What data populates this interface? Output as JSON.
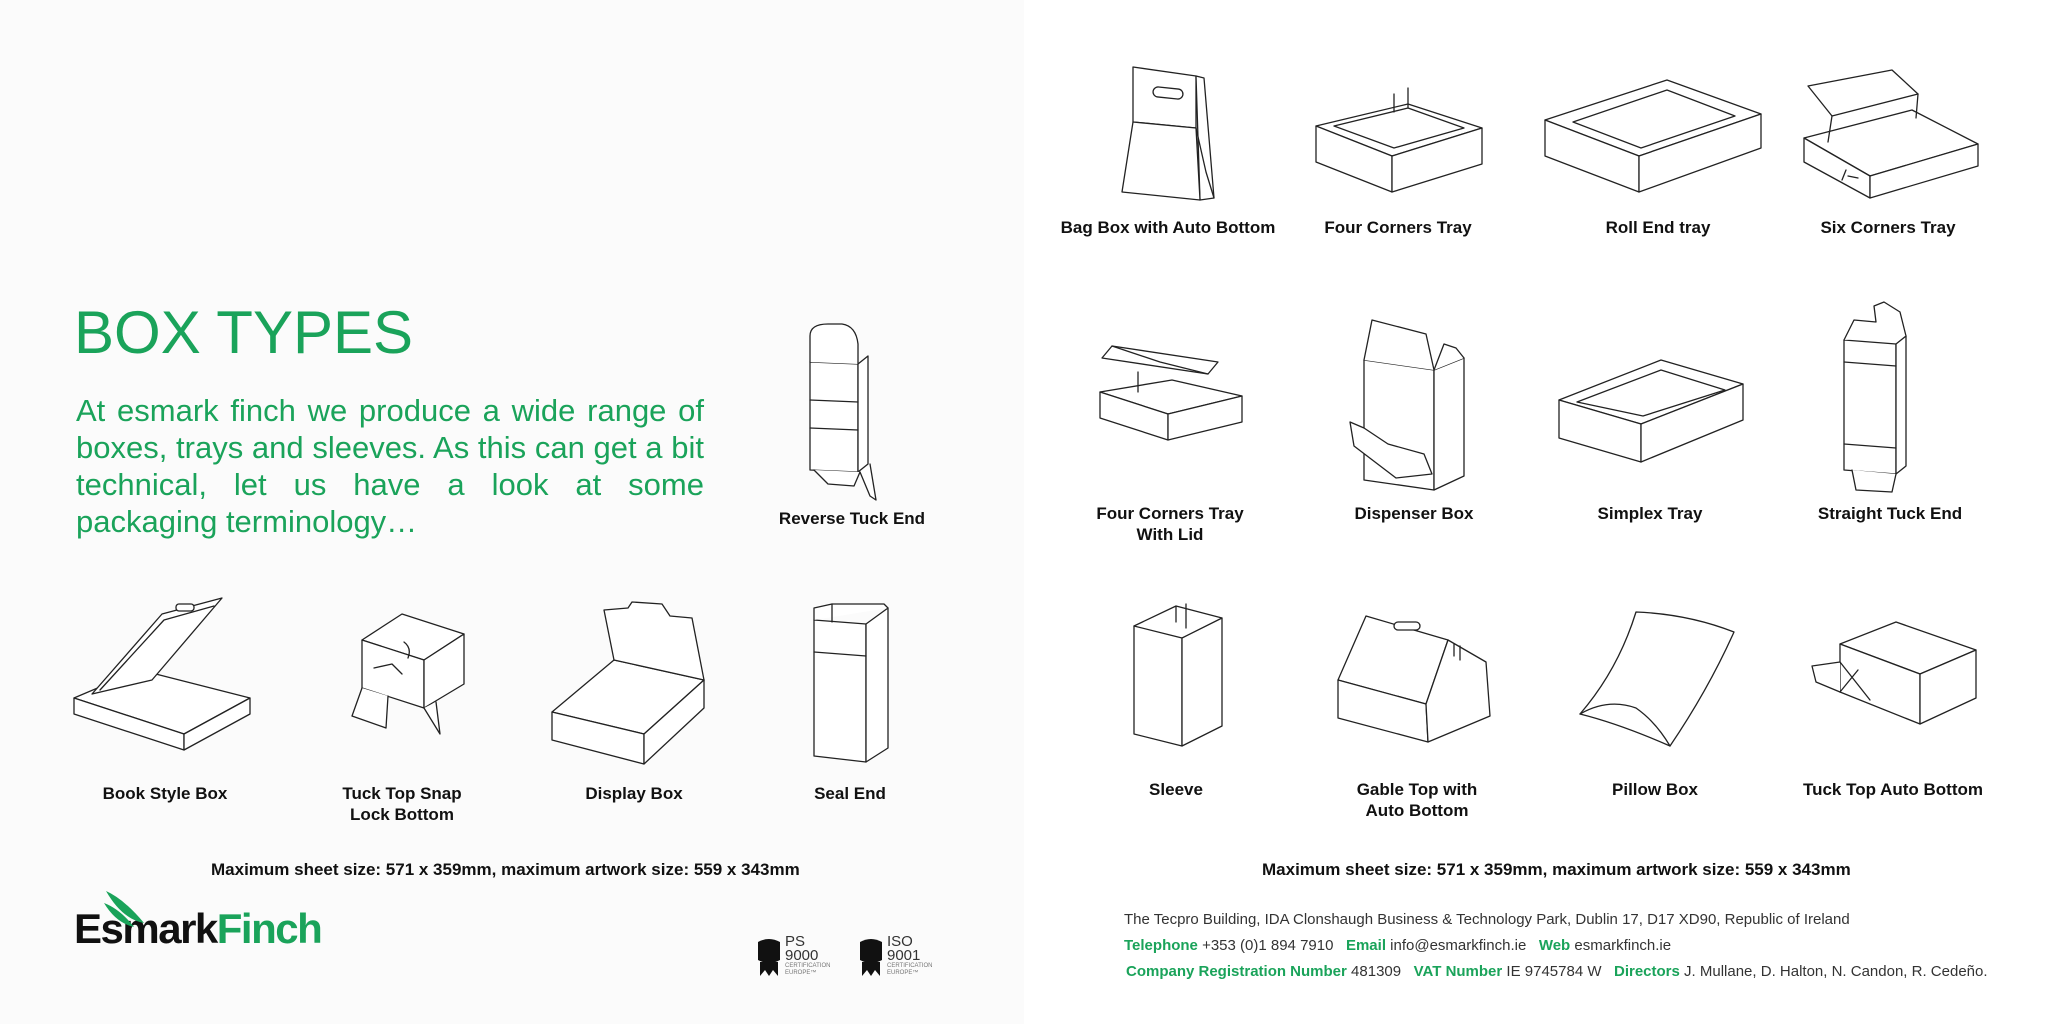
{
  "heading": "BOX TYPES",
  "intro": "At esmark finch we produce a wide range of boxes, trays and sleeves. As this can get a bit technical, let us have a look at some packaging terminology…",
  "boxes": {
    "bag_box": "Bag Box with Auto Bottom",
    "four_corners_tray": "Four Corners Tray",
    "roll_end_tray": "Roll End tray",
    "six_corners_tray": "Six Corners Tray",
    "reverse_tuck_end": "Reverse Tuck End",
    "four_corners_lid_line1": "Four Corners Tray",
    "four_corners_lid_line2": "With Lid",
    "dispenser_box": "Dispenser Box",
    "simplex_tray": "Simplex Tray",
    "straight_tuck_end": "Straight Tuck End",
    "book_style_box": "Book Style Box",
    "tuck_top_snap_line1": "Tuck Top Snap",
    "tuck_top_snap_line2": "Lock Bottom",
    "display_box": "Display Box",
    "seal_end": "Seal End",
    "sleeve": "Sleeve",
    "gable_top_line1": "Gable Top with",
    "gable_top_line2": "Auto Bottom",
    "pillow_box": "Pillow Box",
    "tuck_top_auto_bottom": "Tuck Top Auto Bottom"
  },
  "max_note_left": "Maximum sheet size: 571 x 359mm, maximum artwork size: 559 x 343mm",
  "max_note_right": "Maximum sheet size: 571 x 359mm, maximum artwork size: 559 x 343mm",
  "logo": {
    "part1": "Esmark",
    "part2": "Finch",
    "leaf_icon": "leaf-icon"
  },
  "certifications": [
    {
      "name": "PS",
      "number": "9000",
      "sub1": "CERTIFICATION",
      "sub2": "EUROPE™"
    },
    {
      "name": "ISO",
      "number": "9001",
      "sub1": "CERTIFICATION",
      "sub2": "EUROPE™"
    }
  ],
  "footer": {
    "address": "The Tecpro Building, IDA Clonshaugh Business & Technology Park, Dublin 17, D17 XD90, Republic of Ireland",
    "telephone_label": "Telephone",
    "telephone": "+353 (0)1 894 7910",
    "email_label": "Email",
    "email": "info@esmarkfinch.ie",
    "web_label": "Web",
    "web": "esmarkfinch.ie",
    "company_reg_label": "Company Registration Number",
    "company_reg": "481309",
    "vat_label": "VAT Number",
    "vat": "IE 9745784 W",
    "directors_label": "Directors",
    "directors": "J. Mullane, D. Halton, N. Candon, R. Cedeño."
  },
  "colors": {
    "brand_green": "#1aa35a",
    "text_dark": "#111111"
  }
}
